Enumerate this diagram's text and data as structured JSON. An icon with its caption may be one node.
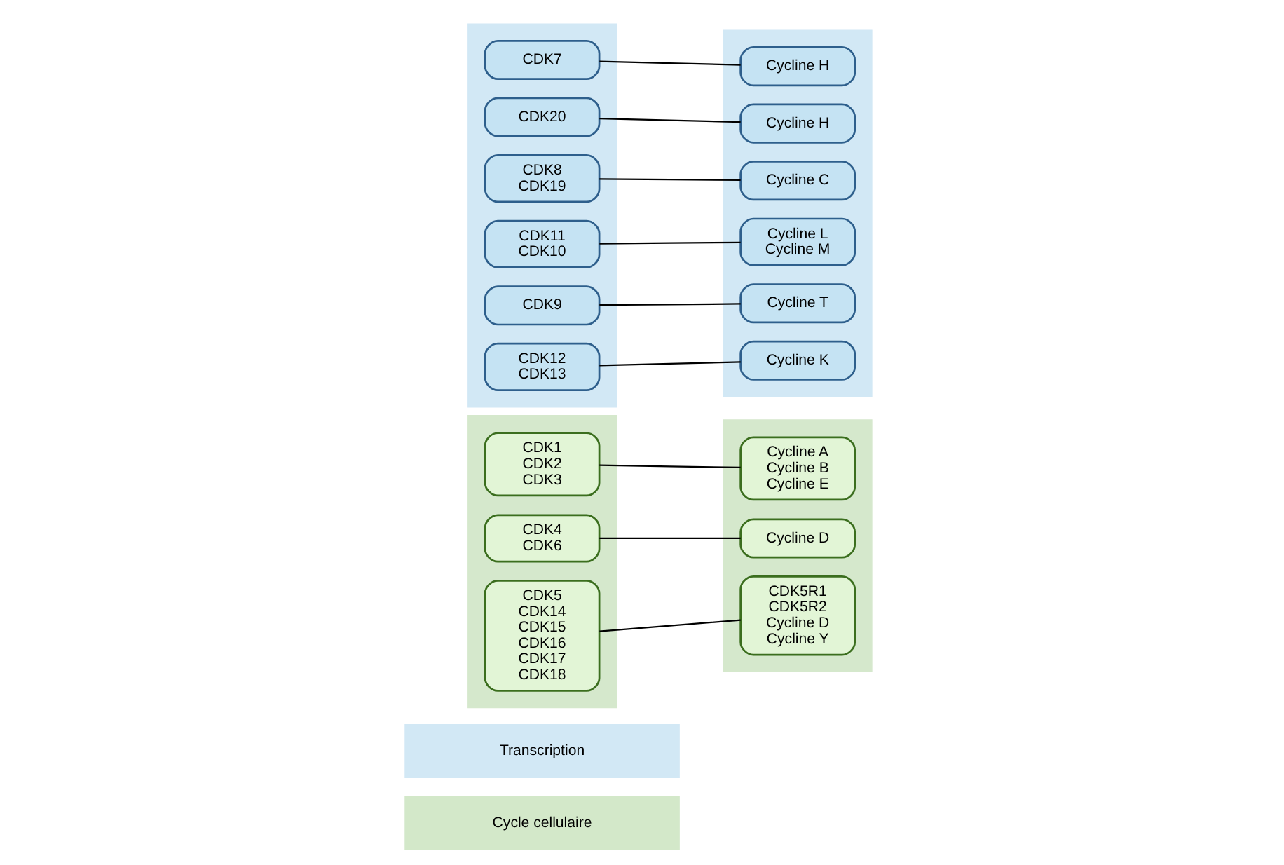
{
  "diagram": {
    "nodes": [
      {
        "text": [
          "Cycle cellulaire"
        ]
      },
      {
        "text": [
          "Transcription"
        ]
      },
      {
        "text": [],
        "shape": "box"
      },
      {
        "text": [],
        "shape": "box"
      },
      {
        "text": [],
        "shape": "box"
      },
      {
        "text": [],
        "shape": "box"
      },
      {
        "text": [
          "CDK1",
          "CDK2",
          "CDK3"
        ],
        "in": 2
      },
      {
        "text": [
          "Cycline A",
          "Cycline B",
          "Cycline E"
        ],
        "in": 3
      },
      {
        "text": [
          "CDK4",
          "CDK6"
        ],
        "in": 2
      },
      {
        "text": [
          "Cycline D"
        ],
        "in": 3
      },
      {
        "text": [
          "CDK5",
          "CDK14",
          "CDK15",
          "CDK16",
          "CDK17",
          "CDK18"
        ],
        "in": 2
      },
      {
        "text": [
          "CDK5R1",
          "CDK5R2",
          "Cycline D",
          "Cycline Y"
        ],
        "in": 3
      },
      {
        "text": [
          "CDK7"
        ],
        "in": 4
      },
      {
        "text": [
          "Cycline H"
        ],
        "in": 5
      },
      {
        "text": [
          "CDK20"
        ],
        "in": 4
      },
      {
        "text": [
          "Cycline H"
        ],
        "in": 5
      },
      {
        "text": [
          "CDK8",
          "CDK19"
        ],
        "in": 4
      },
      {
        "text": [
          "Cycline C"
        ],
        "in": 5
      },
      {
        "text": [
          "CDK11",
          "CDK10"
        ],
        "in": 4
      },
      {
        "text": [
          "Cycline L",
          "Cycline M"
        ],
        "in": 5
      },
      {
        "text": [
          "CDK9"
        ],
        "in": 4
      },
      {
        "text": [
          "Cycline T"
        ],
        "in": 5
      },
      {
        "text": [
          "CDK12",
          "CDK13"
        ],
        "in": 4
      },
      {
        "text": [
          "Cycline K"
        ],
        "in": 5
      }
    ],
    "edges": [
      {
        "from": 6,
        "to": 7,
        "arrow": "none"
      },
      {
        "from": 8,
        "to": 9,
        "arrow": "none"
      },
      {
        "from": 10,
        "to": 11,
        "arrow": "none"
      },
      {
        "from": 12,
        "to": 13,
        "arrow": "none"
      },
      {
        "from": 14,
        "to": 15,
        "arrow": "none"
      },
      {
        "from": 16,
        "to": 17,
        "arrow": "none"
      },
      {
        "from": 18,
        "to": 19,
        "arrow": "none"
      },
      {
        "from": 20,
        "to": 21,
        "arrow": "none"
      },
      {
        "from": 22,
        "to": 23,
        "arrow": "none"
      }
    ]
  }
}
